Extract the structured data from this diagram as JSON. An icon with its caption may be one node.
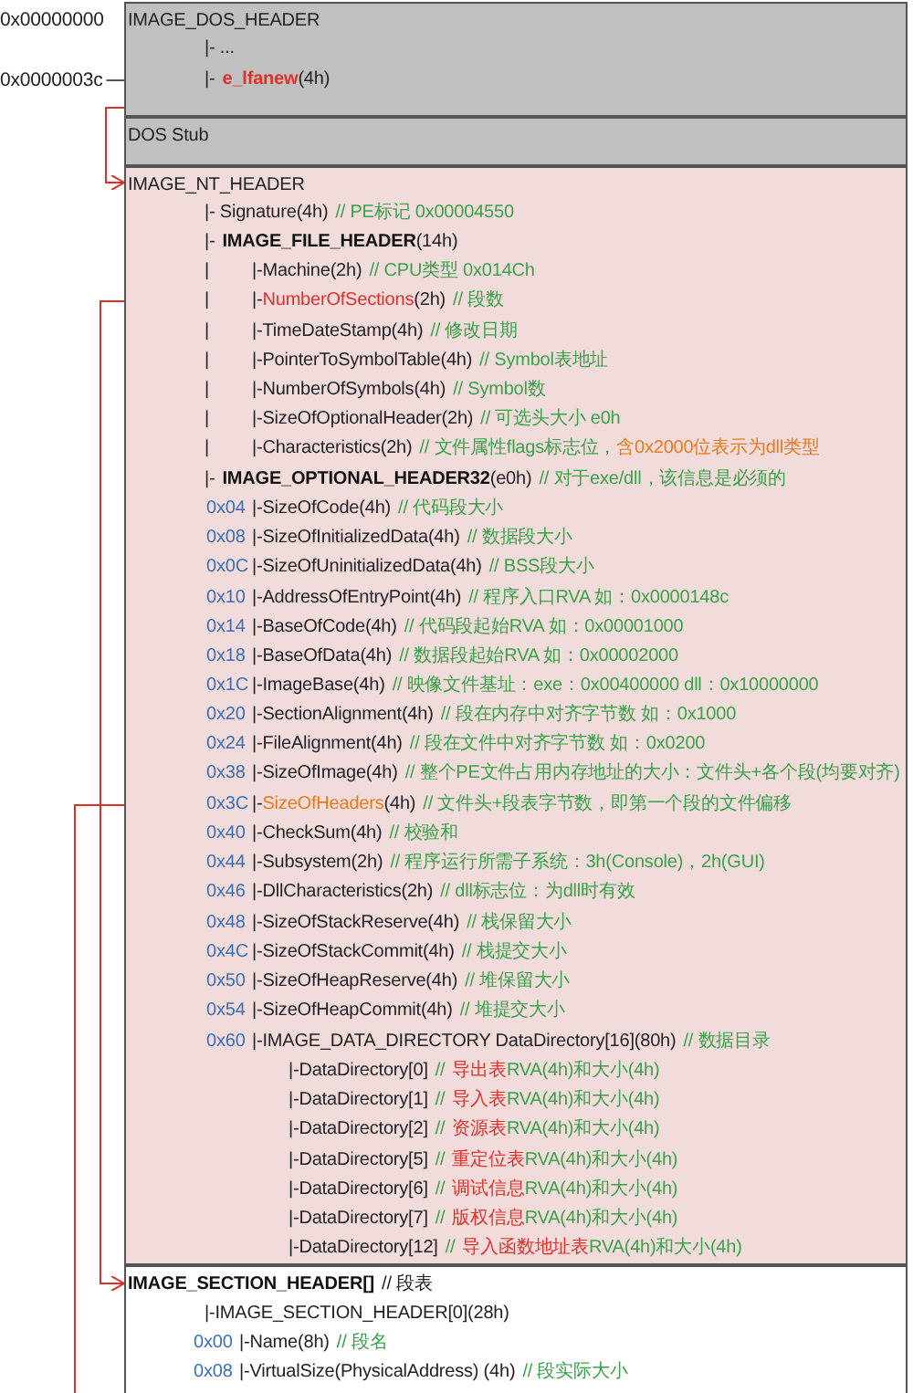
{
  "diagram": {
    "nodes": [
      {
        "text": [
          "IMAGE_DOS_HEADER"
        ]
      },
      {
        "text": [
          "|- ..."
        ],
        "in": 0
      },
      {
        "text": [
          "|-",
          "e_lfanew",
          "(4h)"
        ],
        "in": 0
      },
      {
        "text": [
          "DOS Stub"
        ]
      },
      {
        "text": [
          "IMAGE_NT_HEADER"
        ]
      },
      {
        "text": [
          "|- Signature(4h)",
          "// PE标记 0x00004550"
        ],
        "in": 4
      },
      {
        "text": [
          "|-",
          "IMAGE_FILE_HEADER",
          "(14h)"
        ],
        "in": 4
      },
      {
        "text": [
          "|",
          "|-Machine(2h)",
          "// CPU类型 0x014Ch"
        ],
        "in": 4
      },
      {
        "text": [
          "|",
          "|-",
          "NumberOfSections",
          "(2h)",
          "// 段数"
        ],
        "in": 4
      },
      {
        "text": [
          "|",
          "|-TimeDateStamp(4h)",
          "// 修改日期"
        ],
        "in": 4
      },
      {
        "text": [
          "|",
          "|-PointerToSymbolTable(4h)",
          "// Symbol表地址"
        ],
        "in": 4
      },
      {
        "text": [
          "|",
          "|-NumberOfSymbols(4h)",
          "// Symbol数"
        ],
        "in": 4
      },
      {
        "text": [
          "|",
          "|-SizeOfOptionalHeader(2h)",
          "// 可选头大小 e0h"
        ],
        "in": 4
      },
      {
        "text": [
          "|",
          "|-Characteristics(2h)",
          "// 文件属性flags标志位，",
          "含0x2000位表示为dll类型"
        ],
        "in": 4
      },
      {
        "text": [
          "|-",
          "IMAGE_OPTIONAL_HEADER32",
          "(e0h)",
          "// 对于exe/dll，该信息是必须的"
        ],
        "in": 4
      },
      {
        "text": [
          "0x04",
          "|-SizeOfCode(4h)",
          "// 代码段大小"
        ],
        "in": 4
      },
      {
        "text": [
          "0x08",
          "|-SizeOfInitializedData(4h)",
          "// 数据段大小"
        ],
        "in": 4
      },
      {
        "text": [
          "0x0C",
          "|-SizeOfUninitializedData(4h)",
          "// BSS段大小"
        ],
        "in": 4
      },
      {
        "text": [
          "0x10",
          "|-AddressOfEntryPoint(4h)",
          "// 程序入口RVA 如：0x0000148c"
        ],
        "in": 4
      },
      {
        "text": [
          "0x14",
          "|-BaseOfCode(4h)",
          "// 代码段起始RVA 如：0x00001000"
        ],
        "in": 4
      },
      {
        "text": [
          "0x18",
          "|-BaseOfData(4h)",
          "// 数据段起始RVA 如：0x00002000"
        ],
        "in": 4
      },
      {
        "text": [
          "0x1C",
          "|-ImageBase(4h)",
          "// 映像文件基址：exe：0x00400000 dll：0x10000000"
        ],
        "in": 4
      },
      {
        "text": [
          "0x20",
          "|-SectionAlignment(4h)",
          "// 段在内存中对齐字节数 如：0x1000"
        ],
        "in": 4
      },
      {
        "text": [
          "0x24",
          "|-FileAlignment(4h)",
          "// 段在文件中对齐字节数 如：0x0200"
        ],
        "in": 4
      },
      {
        "text": [
          "0x38",
          "|-SizeOfImage(4h)",
          "// 整个PE文件占用内存地址的大小：文件头+各个段(均要对齐)"
        ],
        "in": 4
      },
      {
        "text": [
          "0x3C",
          "|-",
          "SizeOfHeaders",
          "(4h)",
          "// 文件头+段表字节数，即第一个段的文件偏移"
        ],
        "in": 4
      },
      {
        "text": [
          "0x40",
          "|-CheckSum(4h)",
          "// 校验和"
        ],
        "in": 4
      },
      {
        "text": [
          "0x44",
          "|-Subsystem(2h)",
          "// 程序运行所需子系统：3h(Console)，2h(GUI)"
        ],
        "in": 4
      },
      {
        "text": [
          "0x46",
          "|-DllCharacteristics(2h)",
          "// dll标志位：为dll时有效"
        ],
        "in": 4
      },
      {
        "text": [
          "0x48",
          "|-SizeOfStackReserve(4h)",
          "// 栈保留大小"
        ],
        "in": 4
      },
      {
        "text": [
          "0x4C",
          "|-SizeOfStackCommit(4h)",
          "// 栈提交大小"
        ],
        "in": 4
      },
      {
        "text": [
          "0x50",
          "|-SizeOfHeapReserve(4h)",
          "// 堆保留大小"
        ],
        "in": 4
      },
      {
        "text": [
          "0x54",
          "|-SizeOfHeapCommit(4h)",
          "// 堆提交大小"
        ],
        "in": 4
      },
      {
        "text": [
          "0x60",
          "|-IMAGE_DATA_DIRECTORY DataDirectory[16](80h)",
          "// 数据目录"
        ],
        "in": 4
      },
      {
        "text": [
          "|-DataDirectory[0]",
          "//",
          "导出表",
          "RVA(4h)和大小(4h)"
        ],
        "in": 4
      },
      {
        "text": [
          "|-DataDirectory[1]",
          "//",
          "导入表",
          "RVA(4h)和大小(4h)"
        ],
        "in": 4
      },
      {
        "text": [
          "|-DataDirectory[2]",
          "//",
          "资源表",
          "RVA(4h)和大小(4h)"
        ],
        "in": 4
      },
      {
        "text": [
          "|-DataDirectory[5]",
          "//",
          "重定位表",
          "RVA(4h)和大小(4h)"
        ],
        "in": 4
      },
      {
        "text": [
          "|-DataDirectory[6]",
          "//",
          "调试信息",
          "RVA(4h)和大小(4h)"
        ],
        "in": 4
      },
      {
        "text": [
          "|-DataDirectory[7]",
          "//",
          "版权信息",
          "RVA(4h)和大小(4h)"
        ],
        "in": 4
      },
      {
        "text": [
          "|-DataDirectory[12]",
          "//",
          "导入函数地址表",
          "RVA(4h)和大小(4h)"
        ],
        "in": 4
      },
      {
        "text": [
          "IMAGE_SECTION_HEADER[]",
          "// 段表"
        ]
      },
      {
        "text": [
          "|-IMAGE_SECTION_HEADER[0](28h)"
        ],
        "in": 41
      },
      {
        "text": [
          "0x00",
          "|-Name(8h)",
          "// 段名"
        ],
        "in": 41
      },
      {
        "text": [
          "0x08",
          "|-VirtualSize(PhysicalAddress) (4h)",
          "// 段实际大小"
        ],
        "in": 41
      },
      {
        "text": [
          "0x0000003c"
        ]
      }
    ],
    "edges": [
      {
        "from": 2,
        "to": 4,
        "arrow": "to"
      },
      {
        "from": 8,
        "to": 41,
        "arrow": "to"
      },
      {
        "from": 25,
        "to": null,
        "arrow": "none"
      },
      {
        "from": 45,
        "to": 2,
        "arrow": "none",
        "color": "#555555"
      }
    ],
    "labels": [
      "0x00000000"
    ]
  }
}
